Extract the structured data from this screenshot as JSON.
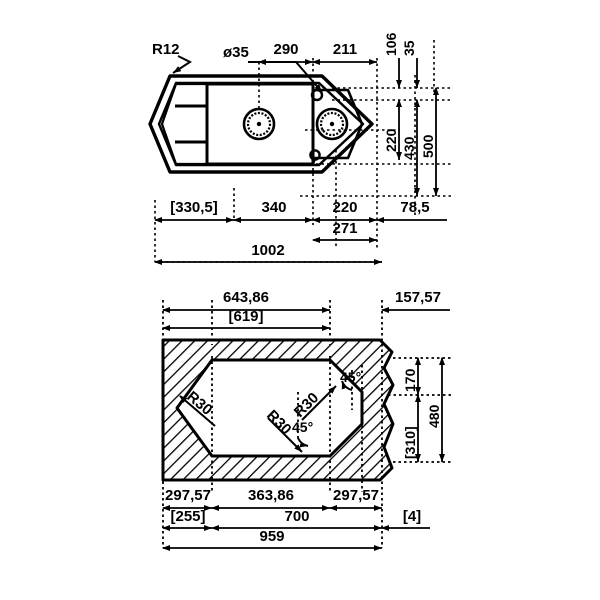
{
  "drawing": {
    "title": "Corner kitchen sink installation drawing",
    "units": "mm",
    "line_color": "#000000",
    "background_color": "#ffffff",
    "views": [
      {
        "name": "top-view-sink",
        "labels": {
          "corner_radius": "R12",
          "tap_hole_diameter": "ø35"
        },
        "horizontal_dimensions": [
          {
            "id": "d-290",
            "value": "290"
          },
          {
            "id": "d-211",
            "value": "211"
          },
          {
            "id": "d-330-5",
            "value": "[330,5]"
          },
          {
            "id": "d-340",
            "value": "340"
          },
          {
            "id": "d-220h",
            "value": "220"
          },
          {
            "id": "d-78-5",
            "value": "78,5"
          },
          {
            "id": "d-271",
            "value": "271"
          },
          {
            "id": "d-1002",
            "value": "1002"
          }
        ],
        "vertical_dimensions": [
          {
            "id": "d-106",
            "value": "106"
          },
          {
            "id": "d-35",
            "value": "35"
          },
          {
            "id": "d-220v",
            "value": "220"
          },
          {
            "id": "d-430",
            "value": "430"
          },
          {
            "id": "d-500",
            "value": "500"
          }
        ]
      },
      {
        "name": "bottom-view-cutout",
        "labels": {
          "radius_left": "R30",
          "radius_top_right": "R30",
          "radius_bottom_right": "R30",
          "angle_top": "45°",
          "angle_bottom": "45°"
        },
        "horizontal_dimensions": [
          {
            "id": "c-643-86",
            "value": "643,86"
          },
          {
            "id": "c-619",
            "value": "[619]"
          },
          {
            "id": "c-157-57",
            "value": "157,57"
          },
          {
            "id": "c-297-57-l",
            "value": "297,57"
          },
          {
            "id": "c-363-86",
            "value": "363,86"
          },
          {
            "id": "c-297-57-r",
            "value": "297,57"
          },
          {
            "id": "c-255",
            "value": "[255]"
          },
          {
            "id": "c-700",
            "value": "700"
          },
          {
            "id": "c-4",
            "value": "[4]"
          },
          {
            "id": "c-959",
            "value": "959"
          }
        ],
        "vertical_dimensions": [
          {
            "id": "c-170",
            "value": "170"
          },
          {
            "id": "c-310",
            "value": "[310]"
          },
          {
            "id": "c-480",
            "value": "480"
          }
        ]
      }
    ]
  }
}
